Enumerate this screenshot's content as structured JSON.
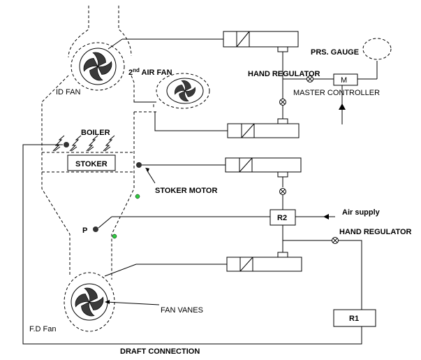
{
  "labels": {
    "id_fan": "ID FAN",
    "second_air_fan_prefix": "2",
    "second_air_fan_sup": "nd",
    "second_air_fan_suffix": " AIR FAN",
    "boiler": "BOILER",
    "stoker": "STOKER",
    "stoker_motor": "STOKER MOTOR",
    "hand_regulator_top": "HAND REGULATOR",
    "master_controller": "MASTER CONTROLLER",
    "master_box": "M",
    "prs_gauge": "PRS. GAUGE",
    "air_supply": "Air supply",
    "r2": "R2",
    "hand_regulator_right": "HAND REGULATOR",
    "p_label": "P",
    "fan_vanes": "FAN VANES",
    "fd_fan": "F.D Fan",
    "r1": "R1",
    "draft_connection": "DRAFT CONNECTION"
  },
  "colors": {
    "line": "#000000",
    "fan_blade": "#3a3a3a",
    "green_dot": "#2ecc40",
    "dark_dot": "#333333"
  },
  "icons": {
    "fan": "fan-icon",
    "flame": "flame-icon",
    "valve": "valve-icon",
    "arrow": "arrow-icon"
  }
}
